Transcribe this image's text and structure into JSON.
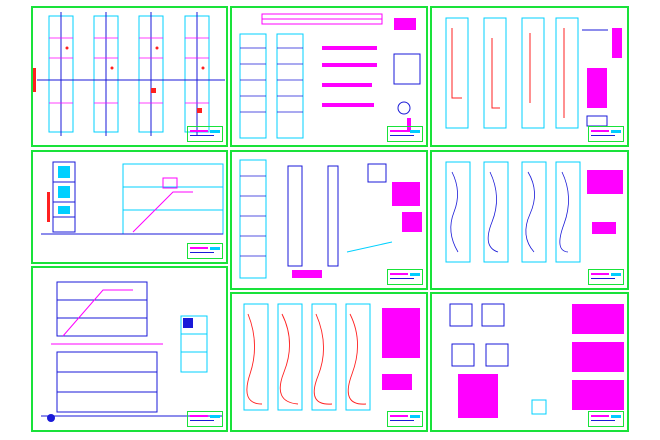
{
  "drawing": {
    "colors": {
      "border": "#19e23a",
      "wall": "#00d0ff",
      "accent": "#ff00ff",
      "line": "#1a1ad8",
      "red": "#ff2020",
      "yellow": "#e0e000"
    },
    "sheets": [
      {
        "id": "s1",
        "kind": "floor-plans"
      },
      {
        "id": "s2",
        "kind": "structural-details"
      },
      {
        "id": "s3",
        "kind": "sanitary-plans"
      },
      {
        "id": "s4",
        "kind": "elevations"
      },
      {
        "id": "s5",
        "kind": "foundation-details"
      },
      {
        "id": "s6",
        "kind": "electrical-plans"
      },
      {
        "id": "s7",
        "kind": "sections"
      },
      {
        "id": "s8",
        "kind": "plumbing-plans"
      },
      {
        "id": "s9",
        "kind": "schedules"
      }
    ],
    "title_block_text": ""
  }
}
